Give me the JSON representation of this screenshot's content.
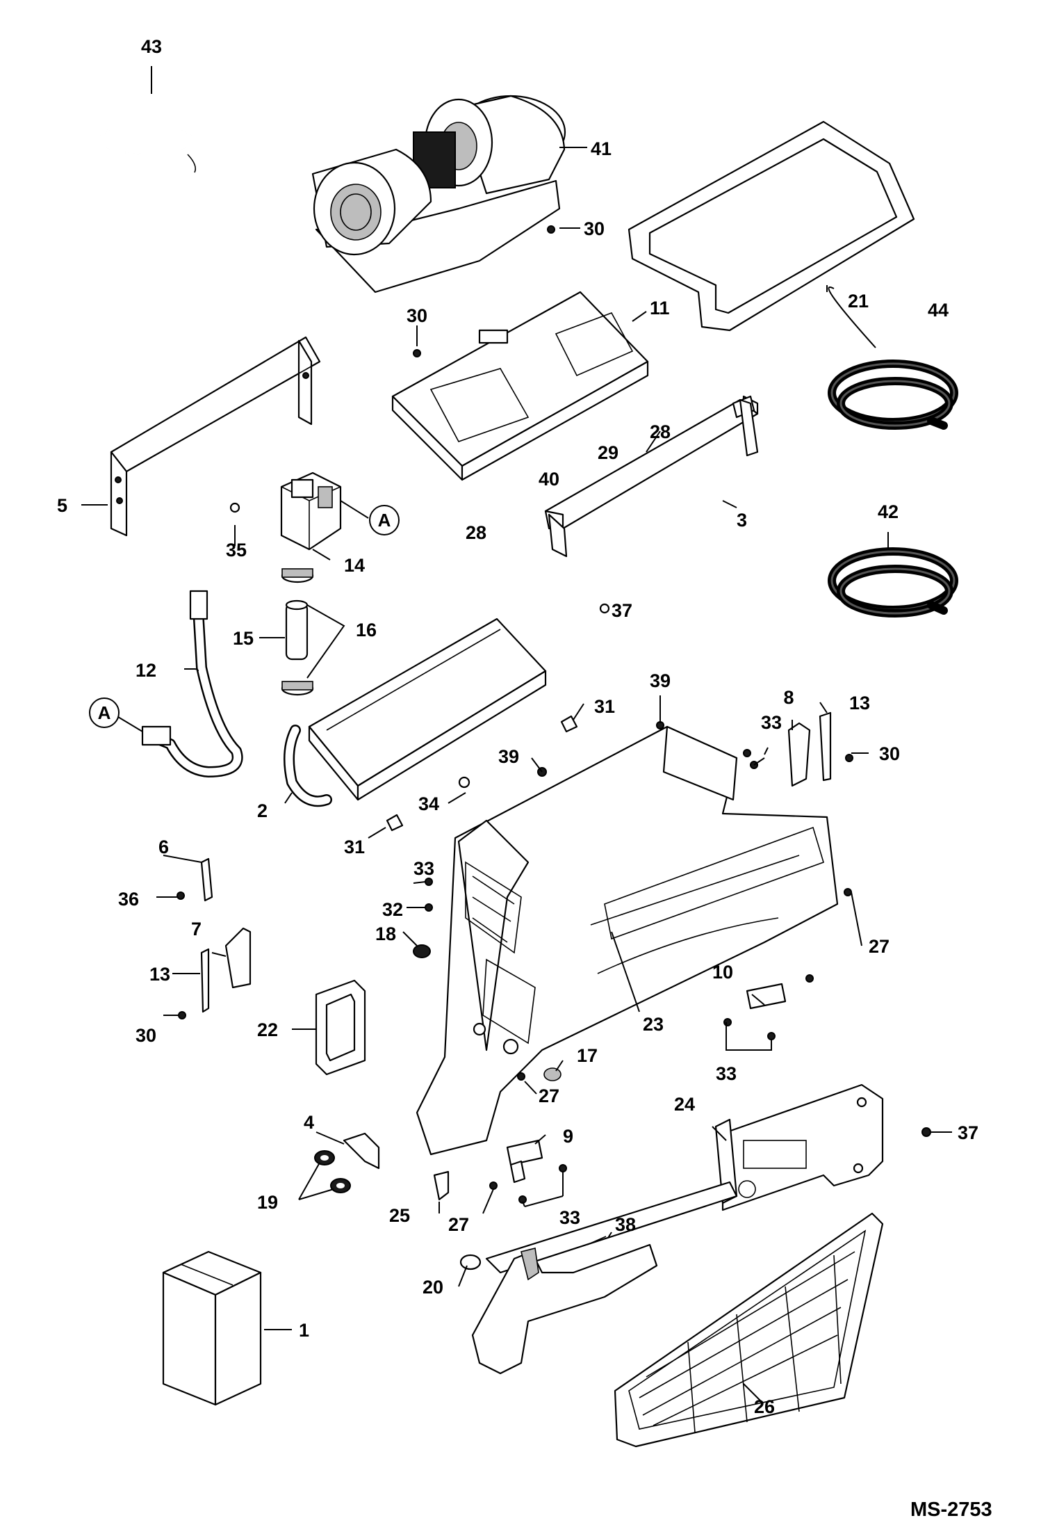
{
  "drawing_code": "MS-2753",
  "reference_marker": "A",
  "callouts": [
    {
      "id": "c1",
      "text": "1"
    },
    {
      "id": "c2",
      "text": "2"
    },
    {
      "id": "c3",
      "text": "3"
    },
    {
      "id": "c4",
      "text": "4"
    },
    {
      "id": "c5",
      "text": "5"
    },
    {
      "id": "c6",
      "text": "6"
    },
    {
      "id": "c7",
      "text": "7"
    },
    {
      "id": "c8",
      "text": "8"
    },
    {
      "id": "c9",
      "text": "9"
    },
    {
      "id": "c10",
      "text": "10"
    },
    {
      "id": "c11",
      "text": "11"
    },
    {
      "id": "c12",
      "text": "12"
    },
    {
      "id": "c13a",
      "text": "13"
    },
    {
      "id": "c13b",
      "text": "13"
    },
    {
      "id": "c14",
      "text": "14"
    },
    {
      "id": "c15",
      "text": "15"
    },
    {
      "id": "c16",
      "text": "16"
    },
    {
      "id": "c17",
      "text": "17"
    },
    {
      "id": "c18",
      "text": "18"
    },
    {
      "id": "c19",
      "text": "19"
    },
    {
      "id": "c20",
      "text": "20"
    },
    {
      "id": "c21",
      "text": "21"
    },
    {
      "id": "c22",
      "text": "22"
    },
    {
      "id": "c23",
      "text": "23"
    },
    {
      "id": "c24",
      "text": "24"
    },
    {
      "id": "c25",
      "text": "25"
    },
    {
      "id": "c26",
      "text": "26"
    },
    {
      "id": "c27a",
      "text": "27"
    },
    {
      "id": "c27b",
      "text": "27"
    },
    {
      "id": "c27c",
      "text": "27"
    },
    {
      "id": "c28a",
      "text": "28"
    },
    {
      "id": "c28b",
      "text": "28"
    },
    {
      "id": "c29",
      "text": "29"
    },
    {
      "id": "c30a",
      "text": "30"
    },
    {
      "id": "c30b",
      "text": "30"
    },
    {
      "id": "c30c",
      "text": "30"
    },
    {
      "id": "c30d",
      "text": "30"
    },
    {
      "id": "c31a",
      "text": "31"
    },
    {
      "id": "c31b",
      "text": "31"
    },
    {
      "id": "c32",
      "text": "32"
    },
    {
      "id": "c33a",
      "text": "33"
    },
    {
      "id": "c33b",
      "text": "33"
    },
    {
      "id": "c33c",
      "text": "33"
    },
    {
      "id": "c33d",
      "text": "33"
    },
    {
      "id": "c34",
      "text": "34"
    },
    {
      "id": "c35",
      "text": "35"
    },
    {
      "id": "c36",
      "text": "36"
    },
    {
      "id": "c37a",
      "text": "37"
    },
    {
      "id": "c37b",
      "text": "37"
    },
    {
      "id": "c38",
      "text": "38"
    },
    {
      "id": "c39a",
      "text": "39"
    },
    {
      "id": "c39b",
      "text": "39"
    },
    {
      "id": "c40",
      "text": "40"
    },
    {
      "id": "c41",
      "text": "41"
    },
    {
      "id": "c42",
      "text": "42"
    },
    {
      "id": "c43",
      "text": "43"
    },
    {
      "id": "c44",
      "text": "44"
    }
  ],
  "colors": {
    "line": "#000000",
    "background": "#ffffff"
  }
}
